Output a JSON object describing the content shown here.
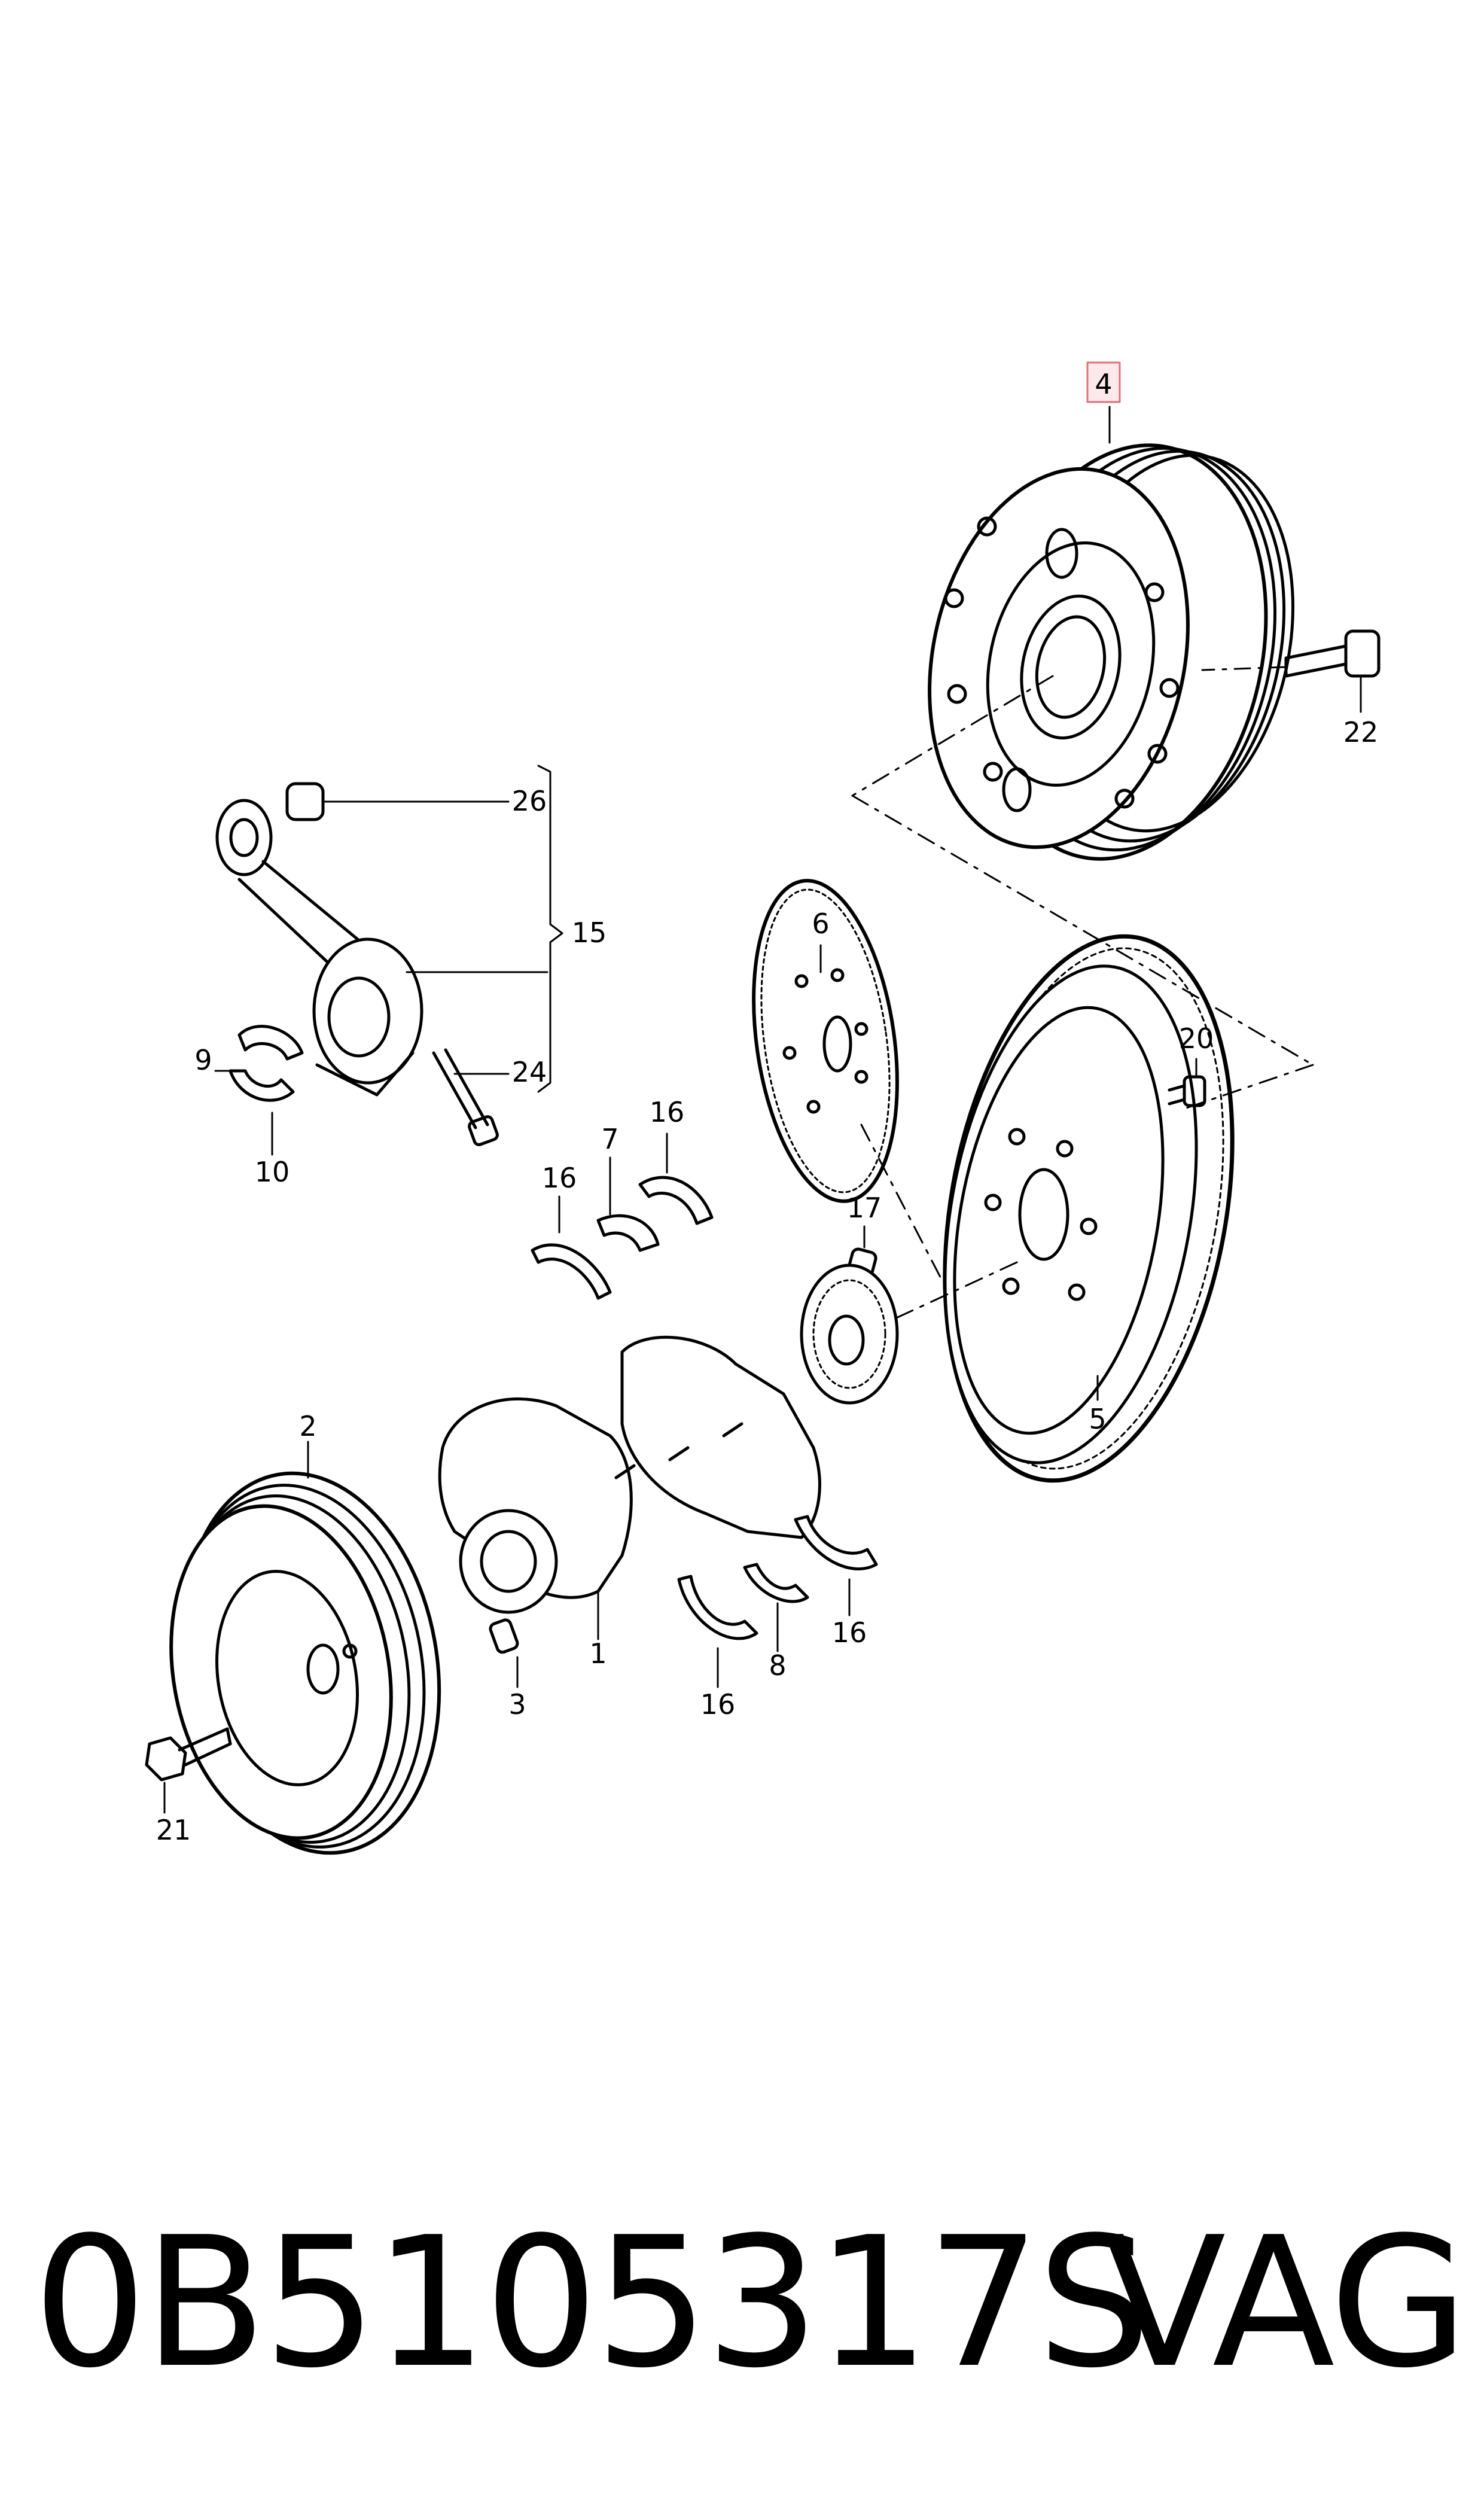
{
  "callouts": {
    "c1": "1",
    "c2": "2",
    "c3": "3",
    "c4": "4",
    "c5": "5",
    "c6": "6",
    "c7": "7",
    "c8": "8",
    "c9": "9",
    "c10": "10",
    "c15": "15",
    "c16a": "16",
    "c16b": "16",
    "c16c": "16",
    "c16d": "16",
    "c17": "17",
    "c20": "20",
    "c21": "21",
    "c22": "22",
    "c24": "24",
    "c26": "26"
  },
  "highlighted_callout": "4",
  "highlight_color": "#e0707a",
  "footer": {
    "part_number": "0B5105317S",
    "brand": "VAG"
  }
}
